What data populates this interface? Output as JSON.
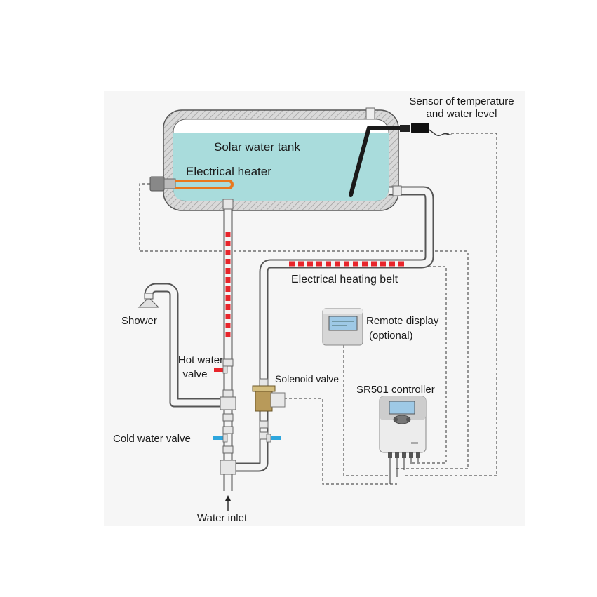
{
  "labels": {
    "tank": "Solar water tank",
    "heater": "Electrical heater",
    "sensor_line1": "Sensor of temperature",
    "sensor_line2": "and water level",
    "heating_belt": "Electrical heating belt",
    "remote_line1": "Remote display",
    "remote_line2": "(optional)",
    "controller": "SR501 controller",
    "shower": "Shower",
    "hot_valve_line1": "Hot water",
    "hot_valve_line2": "valve",
    "solenoid": "Solenoid valve",
    "cold_valve": "Cold water valve",
    "water_inlet": "Water inlet"
  },
  "colors": {
    "water": "#a9dcdc",
    "insulation": "#cfcfcf",
    "pipe": "#f4f4f4",
    "heating_red": "#e8252b",
    "heater_orange": "#e8781e",
    "cold_blue": "#2ea6dd",
    "dashed_wire": "#555555"
  }
}
